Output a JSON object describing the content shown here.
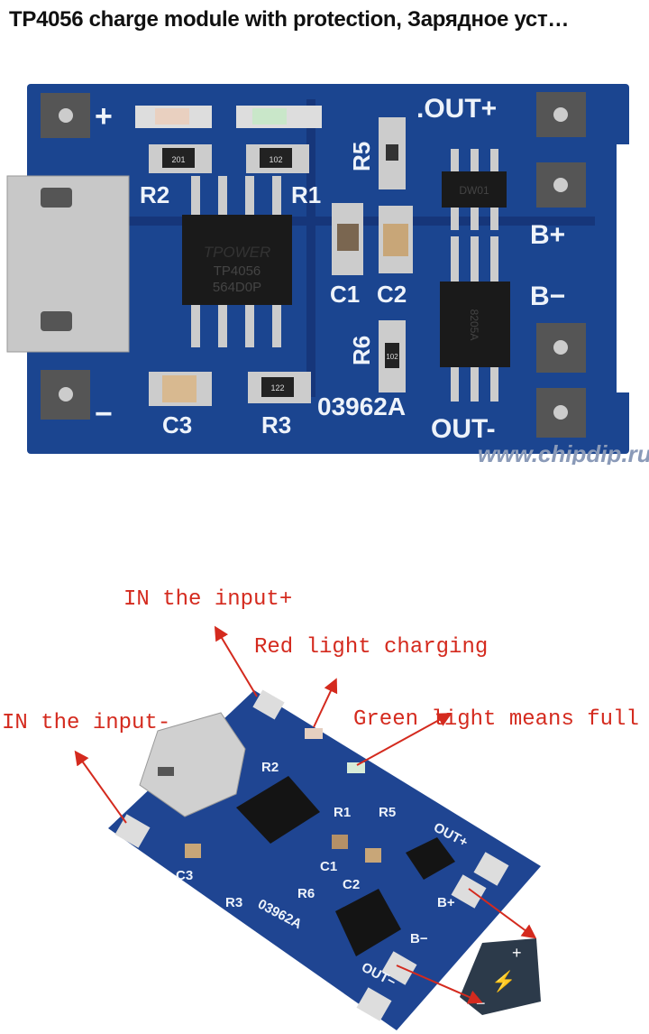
{
  "header": {
    "title": "TP4056 charge module with protection, Зарядное уст…"
  },
  "image1": {
    "labels": {
      "plus": "+",
      "minus": "−",
      "r2": "R2",
      "r1": "R1",
      "r5": "R5",
      "r6": "R6",
      "c1": "C1",
      "c2": "C2",
      "c3": "C3",
      "r3": "R3",
      "out_plus": ".OUT+",
      "out_minus": "OUT-",
      "b_plus": "B+",
      "b_minus": "B−",
      "code": "03962A",
      "chip_brand": "TPOWER",
      "chip_model": "TP4056",
      "chip_lot": "564D0P",
      "dw01": "DW01",
      "mosfet": "8205A",
      "r2_val": "201",
      "r1_val": "102",
      "r3_val": "122",
      "r6_val": "102"
    },
    "watermark": "www.chipdip.ru"
  },
  "image2": {
    "annotations": {
      "in_plus": "IN the input+",
      "red_light": "Red light charging",
      "green_light": "Green light means full",
      "in_minus": "IN the input-"
    },
    "labels": {
      "c3": "C3",
      "r3": "R3",
      "code": "03962A",
      "out_plus": "OUT+",
      "b_plus": "B+",
      "b_minus": "B−",
      "out_minus": "OUT−",
      "r5": "R5",
      "c1": "C1",
      "c2": "C2",
      "r6": "R6",
      "r1": "R1",
      "r2": "R2"
    },
    "colors": {
      "annotation": "#d42a1e",
      "pcb": "#1d3f8a"
    }
  }
}
